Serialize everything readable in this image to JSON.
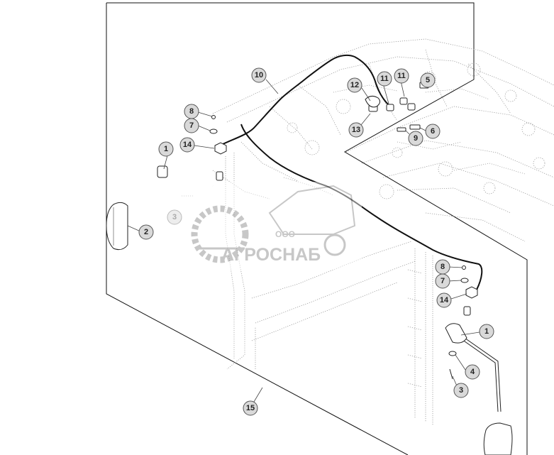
{
  "callouts": [
    {
      "id": "c10",
      "label": "10"
    },
    {
      "id": "c12",
      "label": "12"
    },
    {
      "id": "c11a",
      "label": "11"
    },
    {
      "id": "c11b",
      "label": "11"
    },
    {
      "id": "c5",
      "label": "5"
    },
    {
      "id": "c8a",
      "label": "8"
    },
    {
      "id": "c7a",
      "label": "7"
    },
    {
      "id": "c13",
      "label": "13"
    },
    {
      "id": "c9",
      "label": "9"
    },
    {
      "id": "c6",
      "label": "6"
    },
    {
      "id": "c14a",
      "label": "14"
    },
    {
      "id": "c1a",
      "label": "1"
    },
    {
      "id": "c3a",
      "label": "3"
    },
    {
      "id": "c2",
      "label": "2"
    },
    {
      "id": "c8b",
      "label": "8"
    },
    {
      "id": "c7b",
      "label": "7"
    },
    {
      "id": "c14b",
      "label": "14"
    },
    {
      "id": "c1b",
      "label": "1"
    },
    {
      "id": "c4",
      "label": "4"
    },
    {
      "id": "c3b",
      "label": "3"
    },
    {
      "id": "c15",
      "label": "15"
    }
  ],
  "watermark": {
    "prefix": "ООО",
    "name": "АГРОСНАБ"
  }
}
